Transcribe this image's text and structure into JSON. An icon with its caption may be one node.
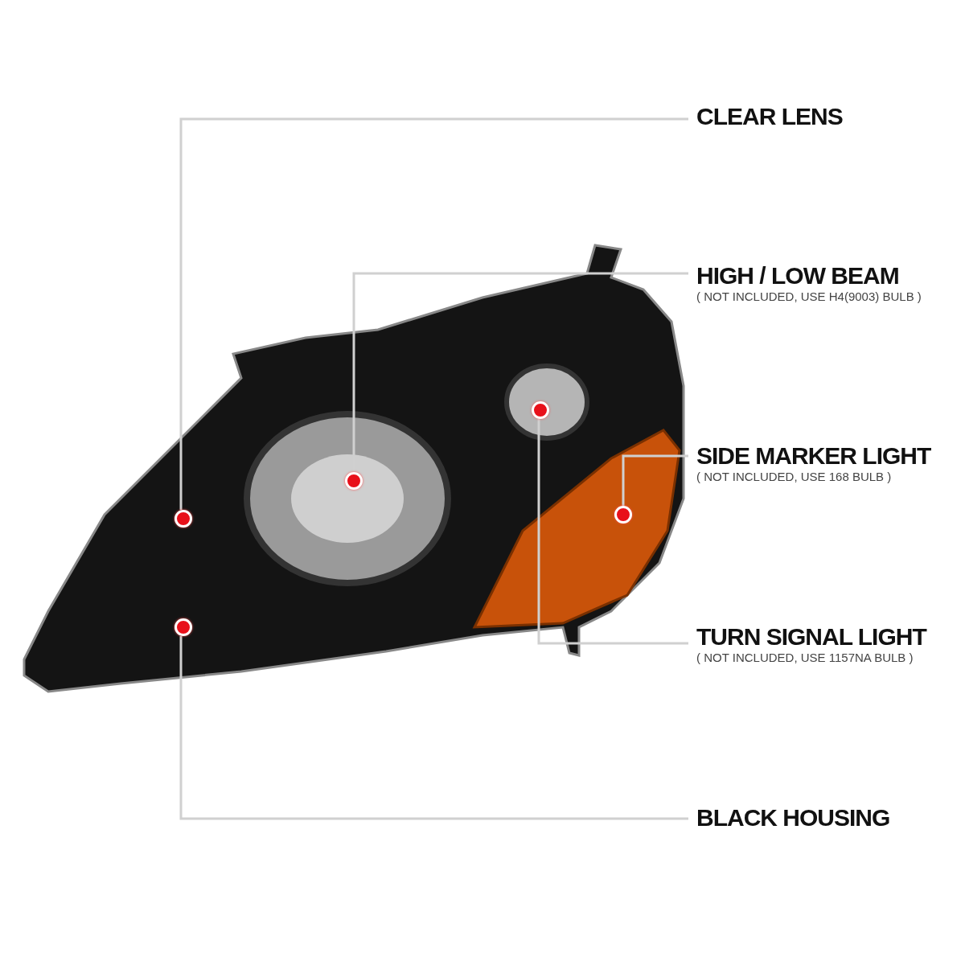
{
  "diagram": {
    "nodes": [
      {
        "text": [
          "CLEAR LENS"
        ]
      },
      {
        "text": [
          "HIGH / LOW BEAM",
          "( NOT INCLUDED, USE H4(9003) BULB )"
        ]
      },
      {
        "text": [
          "SIDE MARKER LIGHT",
          "( NOT INCLUDED, USE 168 BULB )"
        ]
      },
      {
        "text": [
          "TURN SIGNAL LIGHT",
          "( NOT INCLUDED, USE 1157NA BULB )"
        ]
      },
      {
        "text": [
          "BLACK HOUSING"
        ]
      },
      {
        "text": [],
        "shape": "circle"
      },
      {
        "text": [],
        "shape": "circle"
      },
      {
        "text": [],
        "shape": "circle"
      },
      {
        "text": [],
        "shape": "circle"
      },
      {
        "text": [],
        "shape": "circle"
      }
    ],
    "edges": [
      {
        "from": 0,
        "to": 8,
        "arrow": "none"
      },
      {
        "from": 1,
        "to": 6,
        "arrow": "none"
      },
      {
        "from": 2,
        "to": 7,
        "arrow": "none"
      },
      {
        "from": 3,
        "to": 5,
        "arrow": "none"
      },
      {
        "from": 4,
        "to": 9,
        "arrow": "none"
      }
    ]
  }
}
